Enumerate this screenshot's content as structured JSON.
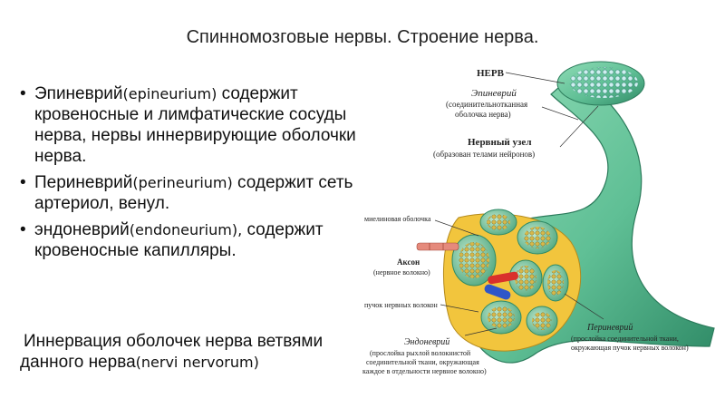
{
  "slide": {
    "title": "Спинномозговые нервы. Строение нерва.",
    "bullets": [
      {
        "lead": "Эпиневрий",
        "latin": "(epineurium)",
        "rest": " содержит кровеносные и лимфатические сосуды нерва, нервы иннервирующие оболочки нерва."
      },
      {
        "lead": "Периневрий",
        "latin": "(perineurium)",
        "rest": " содержит сеть артериол, венул."
      },
      {
        "lead": "эндоневрий",
        "latin": "(endoneurium),",
        "rest": " содержит кровеносные капилляры."
      }
    ],
    "footer": {
      "text": "Иннервация оболочек нерва ветвями данного нерва",
      "latin": "(nervi nervorum)"
    }
  },
  "figure": {
    "labels": {
      "nerve": "НЕРВ",
      "epineurium": "Эпиневрий",
      "epineurium_desc_1": "(соединительнотканная",
      "epineurium_desc_2": "оболочка нерва)",
      "ganglion": "Нервный узел",
      "ganglion_desc": "(образован телами нейронов)",
      "myelin": "миелиновая оболочка",
      "axon": "Аксон",
      "axon_desc": "(нервное волокно)",
      "bundle": "пучок нервных волокон",
      "perineurium": "Периневрий",
      "perineurium_desc_1": "(прослойка соединительной ткани,",
      "perineurium_desc_2": "окружающая пучок нервных волокон)",
      "endoneurium": "Эндоневрий",
      "endoneurium_desc_1": "(прослойка рыхлой волокнистой",
      "endoneurium_desc_2": "соединительной ткани, окружающая",
      "endoneurium_desc_3": "каждое в отдельности нервное волокно)"
    },
    "colors": {
      "nerve_green": "#5fbf95",
      "nerve_dark": "#2f8a66",
      "fat_yellow": "#f2c53d",
      "artery_red": "#d9302c",
      "vein_blue": "#2f56c9",
      "axon_pink": "#e58a7c"
    }
  }
}
